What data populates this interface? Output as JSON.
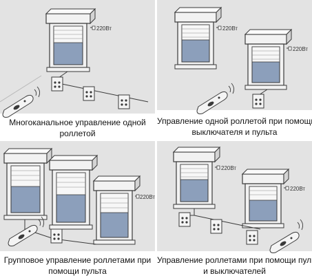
{
  "panels": [
    {
      "caption_line1": "Многоканальное управление одной",
      "caption_line2": "роллетой",
      "voltage_label": "220Вт"
    },
    {
      "caption_line1": "Управление одной роллетой при помощи",
      "caption_line2": "выключателя и пульта",
      "voltage_label_a": "220Вт",
      "voltage_label_b": "220Вт"
    },
    {
      "caption_line1": "Групповое управление роллетами при",
      "caption_line2": "помощи пульта",
      "voltage_label": "220Вт"
    },
    {
      "caption_line1": "Управление роллетами при помощи пульта",
      "caption_line2": "и выключателей",
      "voltage_label_a": "220Вт",
      "voltage_label_b": "220Вт"
    }
  ],
  "colors": {
    "room": "#e3e3e3",
    "window_frame": "#f2f2f2",
    "glass": "#8c9fbb",
    "shutter": "#f7f7f7",
    "outline": "#3a3a3a"
  },
  "icons": [
    "roller-shutter-window-icon",
    "wall-switch-icon",
    "remote-control-icon",
    "power-socket-icon"
  ]
}
